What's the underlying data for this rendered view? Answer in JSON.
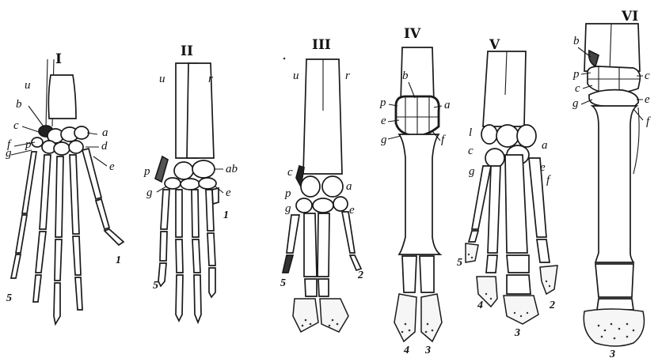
{
  "panels": [
    {
      "id": "I",
      "numeral": "I",
      "letters": [
        "u",
        "b",
        "c",
        "a",
        "f",
        "p",
        "d",
        "g",
        "e"
      ],
      "digits": [
        "1",
        "5"
      ]
    },
    {
      "id": "II",
      "numeral": "II",
      "letters": [
        "u",
        "r",
        "p",
        "ab",
        "g",
        "e"
      ],
      "digits": [
        "1",
        "5"
      ]
    },
    {
      "id": "III",
      "numeral": "III",
      "letters": [
        "u",
        "r",
        "c",
        "p",
        "a",
        "g",
        "e"
      ],
      "digits": [
        "5",
        "2"
      ]
    },
    {
      "id": "IV",
      "numeral": "IV",
      "letters": [
        "b",
        "p",
        "a",
        "e",
        "g",
        "f"
      ],
      "digits": [
        "4",
        "3"
      ]
    },
    {
      "id": "V",
      "numeral": "V",
      "letters": [
        "l",
        "c",
        "a",
        "g",
        "e",
        "f"
      ],
      "digits": [
        "5",
        "4",
        "3",
        "2"
      ]
    },
    {
      "id": "VI",
      "numeral": "VI",
      "letters": [
        "b",
        "p",
        "c",
        "g",
        "e",
        "f"
      ],
      "digits": [
        "3"
      ]
    }
  ]
}
